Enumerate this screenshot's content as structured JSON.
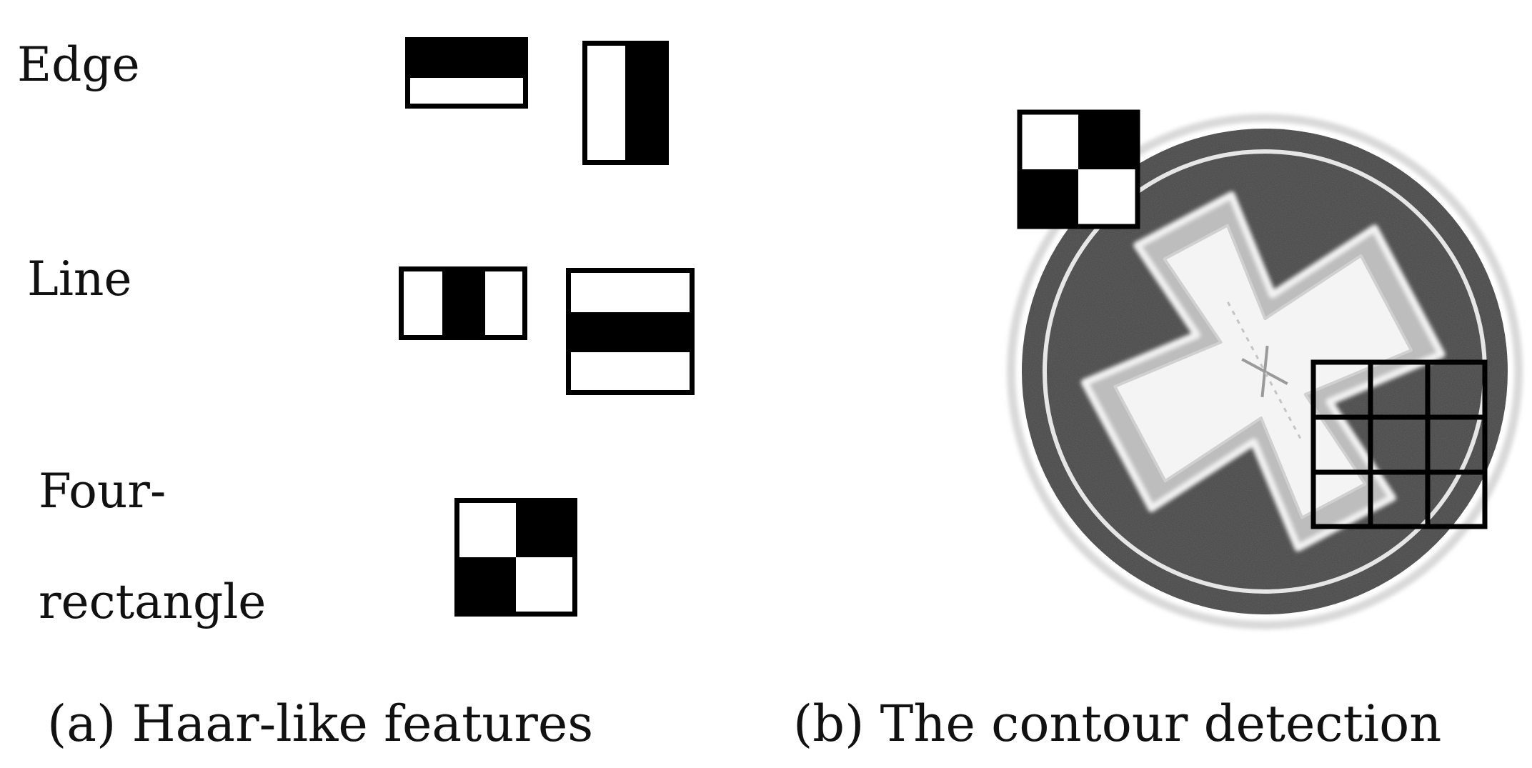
{
  "panel_a": {
    "labels": {
      "edge": "Edge",
      "line": "Line",
      "four_line1": "Four-",
      "four_line2": "rectangle"
    },
    "caption": "(a) Haar-like features"
  },
  "panel_b": {
    "caption": "(b) The contour detection"
  },
  "colors": {
    "black": "#000000",
    "white": "#ffffff",
    "screw_dark": "#4a4a4a",
    "screw_light": "#e8e8e8"
  }
}
